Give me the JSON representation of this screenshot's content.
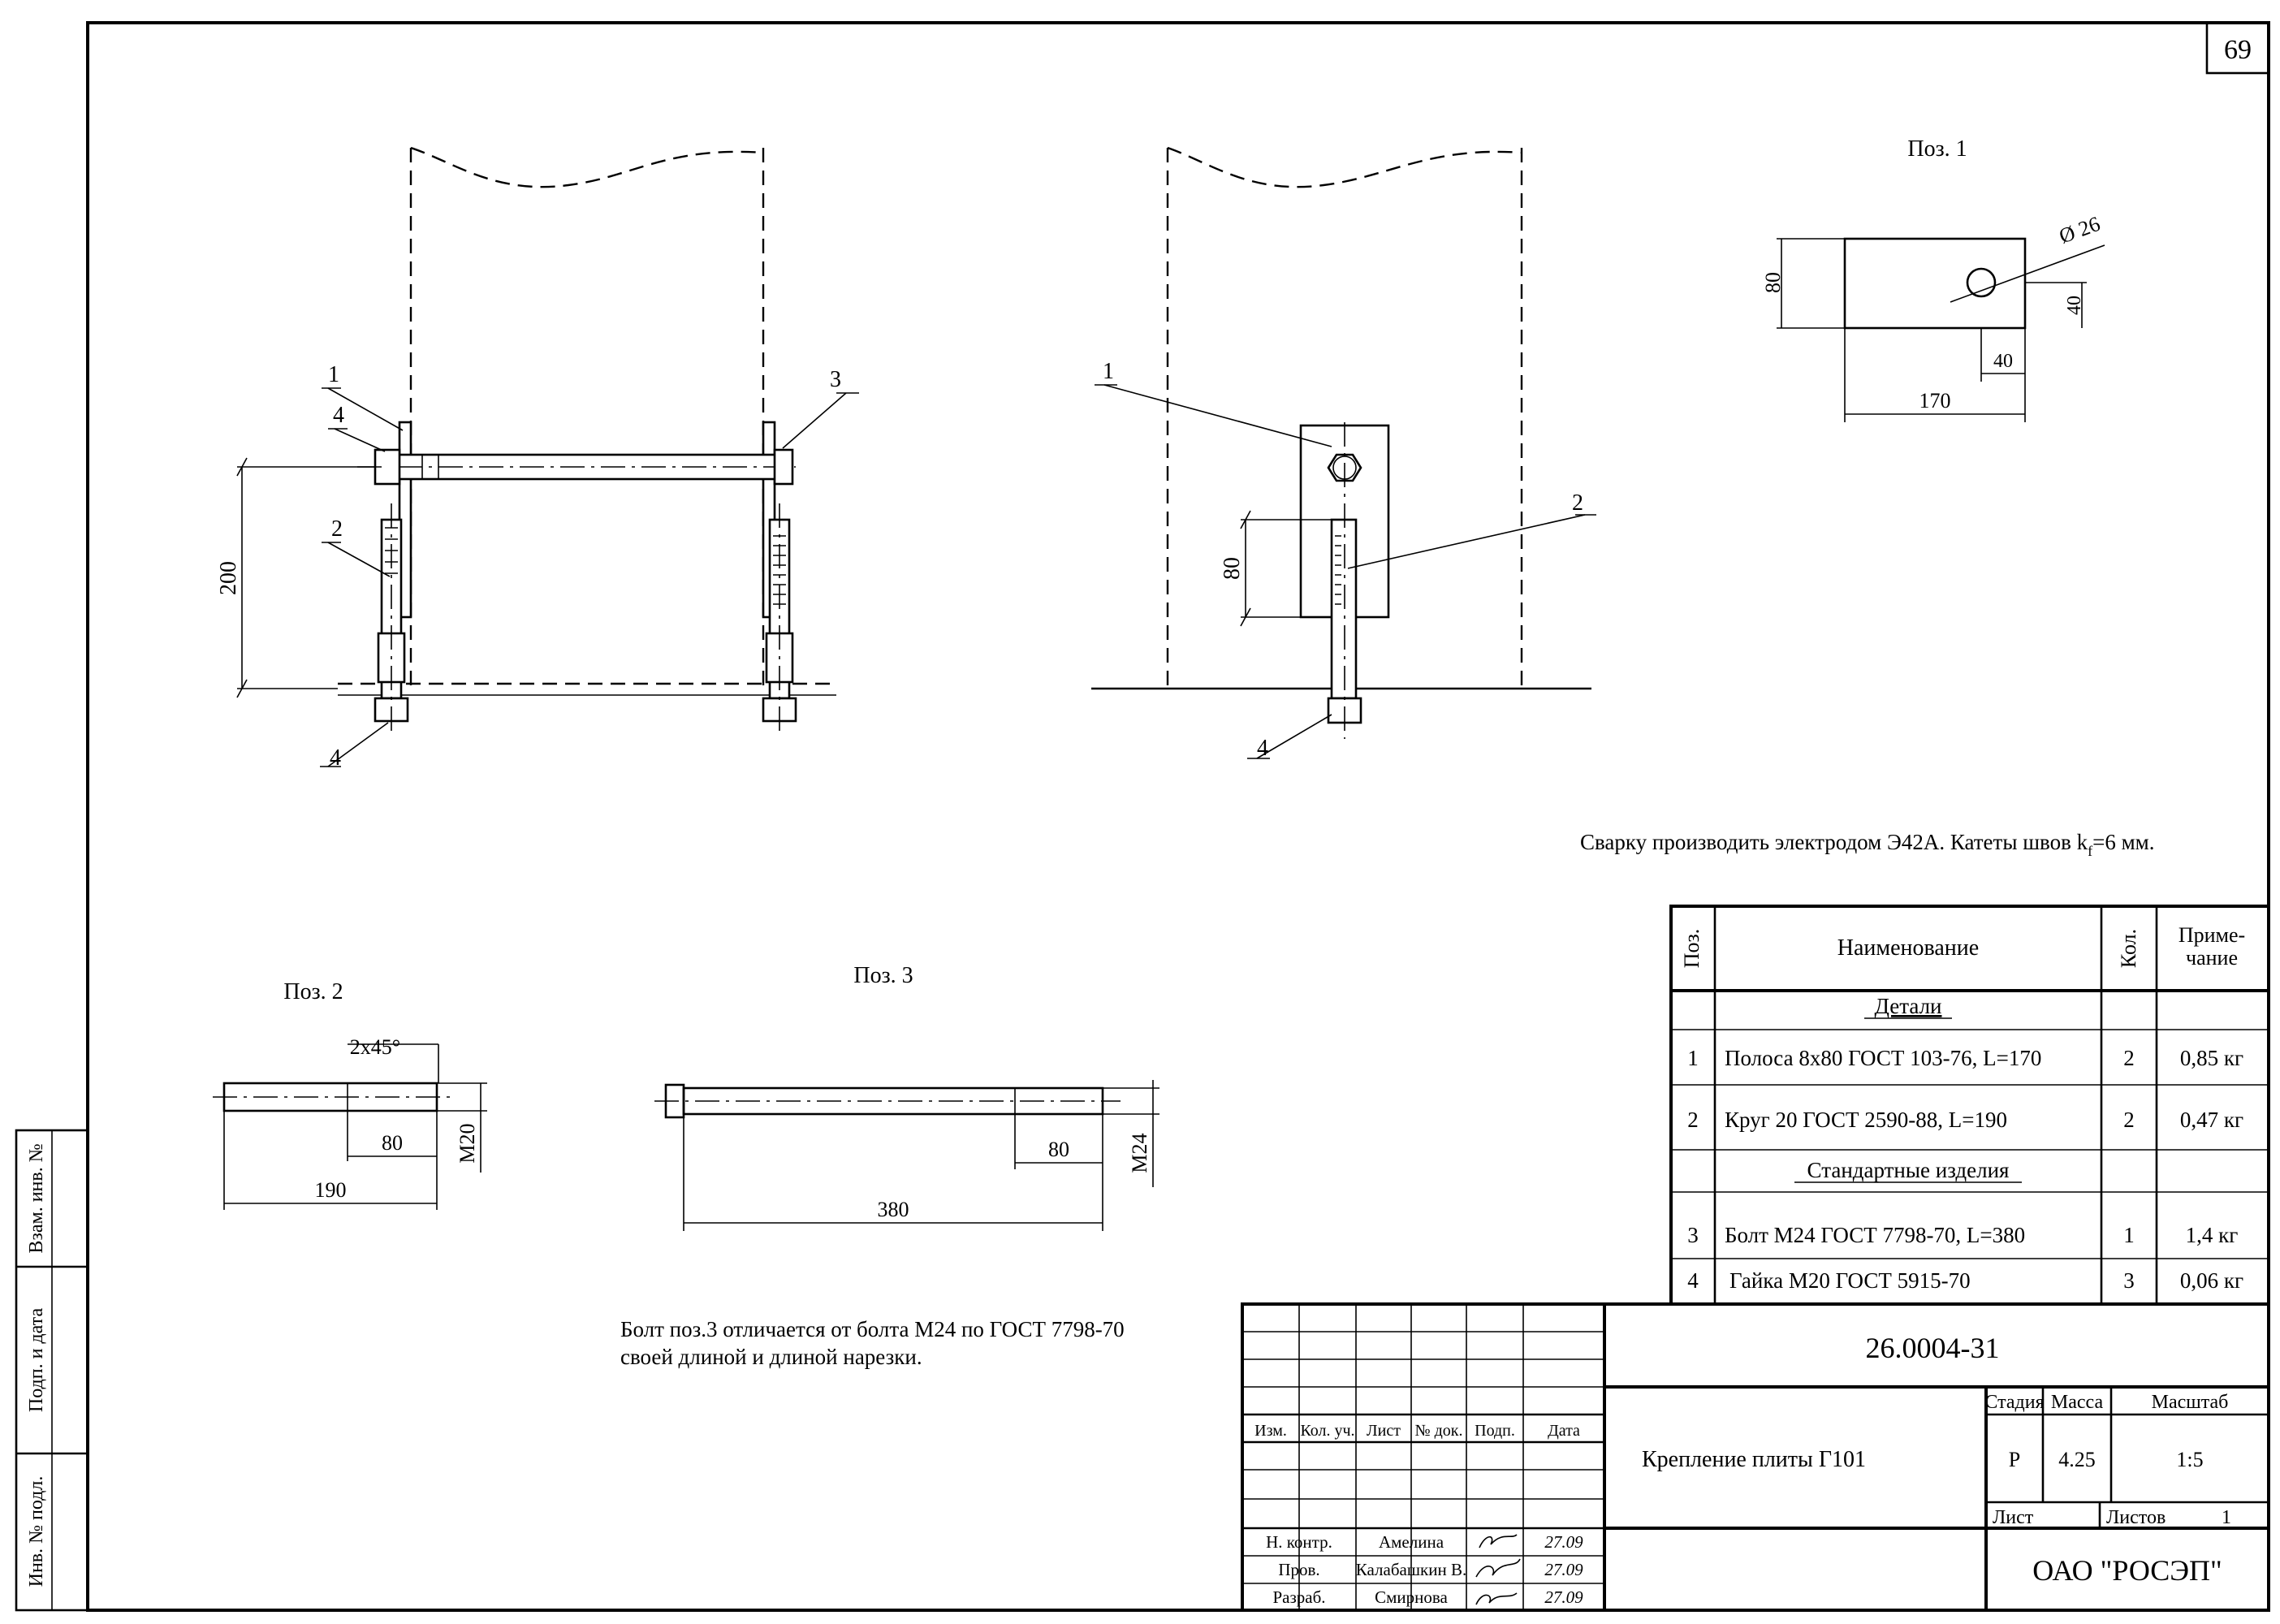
{
  "sheet_number": "69",
  "views": {
    "front": {
      "labels": [
        "1",
        "4",
        "2",
        "4",
        "3"
      ],
      "dim_height": "200"
    },
    "side": {
      "labels": [
        "1",
        "2",
        "4"
      ],
      "dim_height": "80"
    }
  },
  "pos1": {
    "title": "Поз. 1",
    "dims": {
      "height": "80",
      "hole": "Ø 26",
      "hole_y": "40",
      "hole_x": "40",
      "length": "170"
    }
  },
  "pos2": {
    "title": "Поз. 2",
    "dims": {
      "chamfer": "2x45°",
      "thread": "80",
      "length": "190",
      "size": "M20"
    }
  },
  "pos3": {
    "title": "Поз. 3",
    "dims": {
      "thread": "80",
      "length": "380",
      "size": "M24"
    }
  },
  "notes": {
    "welding_main": "Сварку производить электродом Э42А. Катеты швов k",
    "welding_sub": "f",
    "welding_tail": "=6 мм.",
    "bolt_line1": "Болт поз.3 отличается от болта M24 по ГОСТ 7798-70",
    "bolt_line2": "своей длиной и длиной нарезки."
  },
  "spec_table": {
    "headers": {
      "pos": "Поз.",
      "name": "Наименование",
      "qty": "Кол.",
      "note_line1": "Приме-",
      "note_line2": "чание"
    },
    "sections": {
      "details": "Детали",
      "standard": "Стандартные изделия"
    },
    "rows": [
      {
        "pos": "1",
        "name": "Полоса 8х80 ГОСТ 103-76, L=170",
        "qty": "2",
        "note": "0,85 кг"
      },
      {
        "pos": "2",
        "name": "Круг 20 ГОСТ 2590-88, L=190",
        "qty": "2",
        "note": "0,47 кг"
      },
      {
        "pos": "3",
        "name": "Болт M24 ГОСТ 7798-70, L=380",
        "qty": "1",
        "note": "1,4 кг"
      },
      {
        "pos": "4",
        "name": "Гайка M20 ГОСТ 5915-70",
        "qty": "3",
        "note": "0,06 кг"
      }
    ]
  },
  "title_block": {
    "doc_number": "26.0004-31",
    "title": "Крепление плиты Г101",
    "columns": {
      "izm": "Изм.",
      "kol_uch": "Кол. уч.",
      "list": "Лист",
      "doc_no": "№ док.",
      "sign": "Подп.",
      "date": "Дата"
    },
    "roles": [
      {
        "role": "Н. контр.",
        "name": "Амелина",
        "date": "27.09"
      },
      {
        "role": "Пров.",
        "name": "Калабашкин В.",
        "date": "27.09"
      },
      {
        "role": "Разраб.",
        "name": "Смирнова",
        "date": "27.09"
      }
    ],
    "stage_label": "Стадия",
    "mass_label": "Масса",
    "scale_label": "Масштаб",
    "stage": "Р",
    "mass": "4.25",
    "scale": "1:5",
    "sheet_label": "Лист",
    "sheets_label": "Листов",
    "sheets": "1",
    "org": "ОАО \"РОСЭП\""
  },
  "side_stamp": {
    "vzam": "Взам. инв. №",
    "podp": "Подп. и дата",
    "inv": "Инв. № подл."
  }
}
